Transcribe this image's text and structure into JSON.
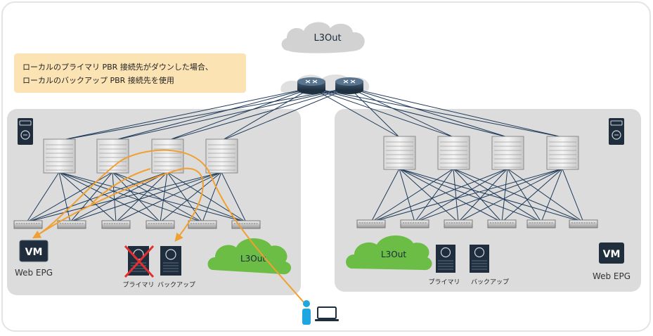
{
  "note": {
    "line1": "ローカルのプライマリ PBR 接続先がダウンした場合、",
    "line2": "ローカルのバックアップ PBR 接続先を使用"
  },
  "clouds": {
    "top": "L3Out",
    "left": "L3Out",
    "right": "L3Out"
  },
  "left_site": {
    "vm_label": "VM",
    "epg_label": "Web EPG",
    "primary_label": "プライマリ",
    "backup_label": "バックアップ"
  },
  "right_site": {
    "vm_label": "VM",
    "epg_label": "Web EPG",
    "primary_label": "プライマリ",
    "backup_label": "バックアップ"
  },
  "colors": {
    "traffic_path": "#f0a030",
    "l3out_green": "#6cbd45",
    "note_bg": "#fbe3b4",
    "site_bg": "#dcdcdc"
  }
}
